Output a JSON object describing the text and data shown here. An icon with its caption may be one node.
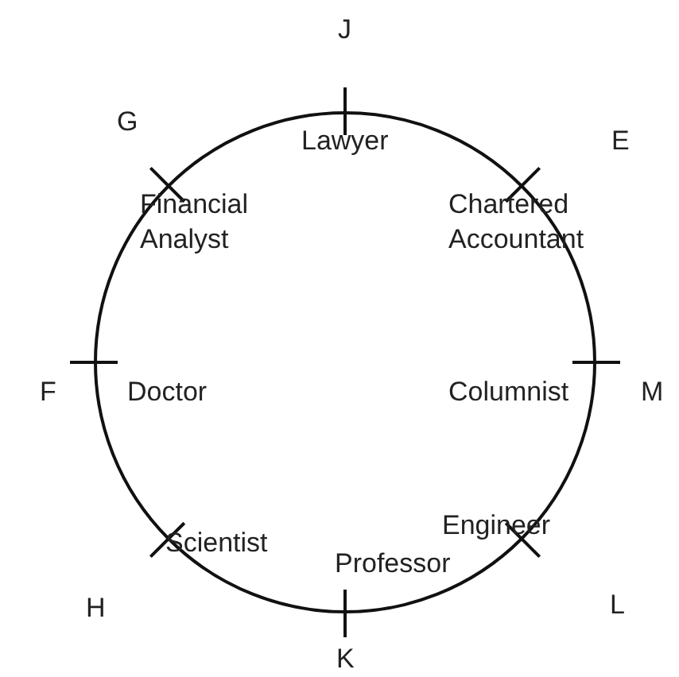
{
  "diagram": {
    "nodes": [
      {
        "text": [],
        "shape": "circle"
      }
    ],
    "labels": [
      "J",
      "Lawyer",
      "G",
      "E",
      "Financial Analyst",
      "Chartered Accountant",
      "F",
      "Doctor",
      "Columnist",
      "M",
      "Scientist",
      "Engineer",
      "H",
      "L",
      "Professor",
      "K"
    ]
  }
}
